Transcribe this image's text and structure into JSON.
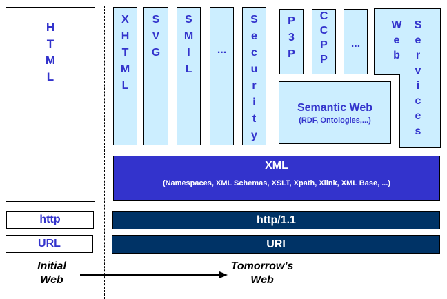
{
  "initial_web": {
    "html": "HTML",
    "http": "http",
    "url": "URL",
    "caption": [
      "Initial",
      "Web"
    ]
  },
  "tomorrow_web": {
    "columns": [
      {
        "id": "xhtml",
        "label": "XHTML"
      },
      {
        "id": "svg",
        "label": "SVG"
      },
      {
        "id": "smil",
        "label": "SMIL"
      },
      {
        "id": "more1",
        "label": "..."
      },
      {
        "id": "security",
        "label": "Security"
      }
    ],
    "small_columns": [
      {
        "id": "p3p",
        "label": "P3P"
      },
      {
        "id": "ccpp",
        "label": "CCPP"
      },
      {
        "id": "more2",
        "label": "..."
      }
    ],
    "web_services": {
      "word1": "Web",
      "word2": "Services"
    },
    "semantic_web": {
      "title": "Semantic Web",
      "subtitle": "(RDF, Ontologies,...)"
    },
    "xml": {
      "title": "XML",
      "subtitle": "(Namespaces, XML Schemas, XSLT, Xpath, Xlink, XML Base, ...)"
    },
    "http": "http/1.1",
    "uri": "URI",
    "caption": [
      "Tomorrow’s",
      "Web"
    ]
  },
  "colors": {
    "light_fill": "#cceeff",
    "label_blue": "#3333cc",
    "xml_fill": "#3333cc",
    "dark_fill": "#003366"
  }
}
